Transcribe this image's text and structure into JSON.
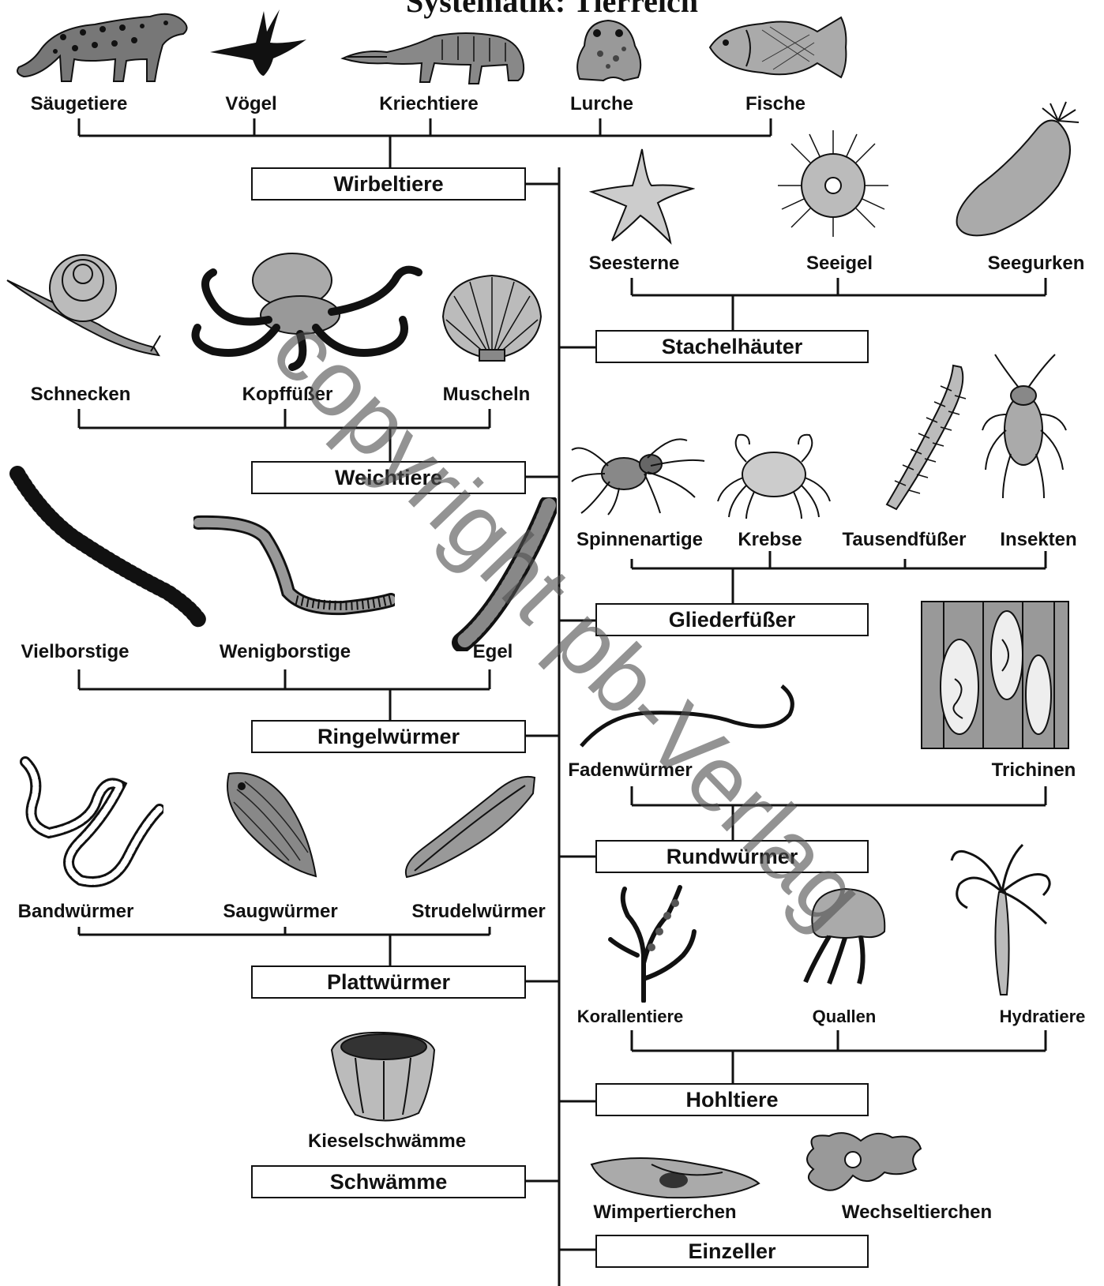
{
  "title": "Systematik: Tierreich",
  "watermark": "copyright pb-Verlag",
  "groups": {
    "wirbeltiere": "Wirbeltiere",
    "stachelhaeuter": "Stachelhäuter",
    "weichtiere": "Weichtiere",
    "gliederfuesser": "Gliederfüßer",
    "ringelwuermer": "Ringelwürmer",
    "rundwuermer": "Rundwürmer",
    "plattwuermer": "Plattwürmer",
    "hohltiere": "Hohltiere",
    "schwaemme": "Schwämme",
    "einzeller": "Einzeller"
  },
  "members": {
    "saeugetiere": "Säugetiere",
    "voegel": "Vögel",
    "kriechtiere": "Kriechtiere",
    "lurche": "Lurche",
    "fische": "Fische",
    "seesterne": "Seesterne",
    "seeigel": "Seeigel",
    "seegurken": "Seegurken",
    "schnecken": "Schnecken",
    "kopffuesser": "Kopffüßer",
    "muscheln": "Muscheln",
    "spinnenartige": "Spinnenartige",
    "krebse": "Krebse",
    "tausendfuesser": "Tausendfüßer",
    "insekten": "Insekten",
    "vielborstige": "Vielborstige",
    "wenigborstige": "Wenigborstige",
    "egel": "Egel",
    "fadenwuermer": "Fadenwürmer",
    "trichinen": "Trichinen",
    "bandwuermer": "Bandwürmer",
    "saugwuermer": "Saugwürmer",
    "strudelwuermer": "Strudelwürmer",
    "korallentiere": "Korallentiere",
    "quallen": "Quallen",
    "hydratiere": "Hydratiere",
    "kieselschwaemme": "Kieselschwämme",
    "wimpertierchen": "Wimpertierchen",
    "wechseltierchen": "Wechseltierchen"
  },
  "icons": [
    "jaguar-icon",
    "swallow-icon",
    "crocodile-icon",
    "toad-icon",
    "fish-icon",
    "starfish-icon",
    "sea-urchin-icon",
    "sea-cucumber-icon",
    "snail-icon",
    "octopus-icon",
    "scallop-icon",
    "spider-icon",
    "crab-icon",
    "millipede-icon",
    "cockroach-icon",
    "bristle-worm-icon",
    "earthworm-icon",
    "leech-icon",
    "roundworm-icon",
    "trichina-icon",
    "tapeworm-icon",
    "fluke-icon",
    "flatworm-icon",
    "coral-icon",
    "jellyfish-icon",
    "hydra-icon",
    "sponge-icon",
    "paramecium-icon",
    "amoeba-icon"
  ]
}
